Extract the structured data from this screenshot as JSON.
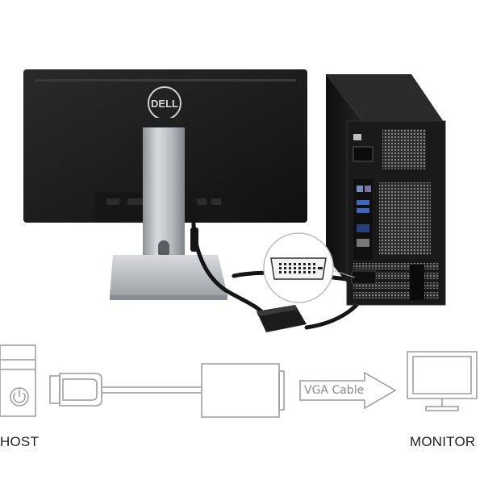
{
  "brand": {
    "logo_text": "DELL"
  },
  "diagram": {
    "host_label": "HOST",
    "monitor_label": "MONITOR",
    "cable_label": "VGA Cable"
  },
  "icons": {
    "host": "power-button-icon",
    "adapter": "dvi-to-vga-adapter-icon",
    "arrow": "right-arrow-icon",
    "monitor": "monitor-icon"
  },
  "colors": {
    "monitor_body": "#1b1b1b",
    "stand": "#b9bcc0",
    "tower": "#151515",
    "diagram_line": "#9a9a9a"
  }
}
